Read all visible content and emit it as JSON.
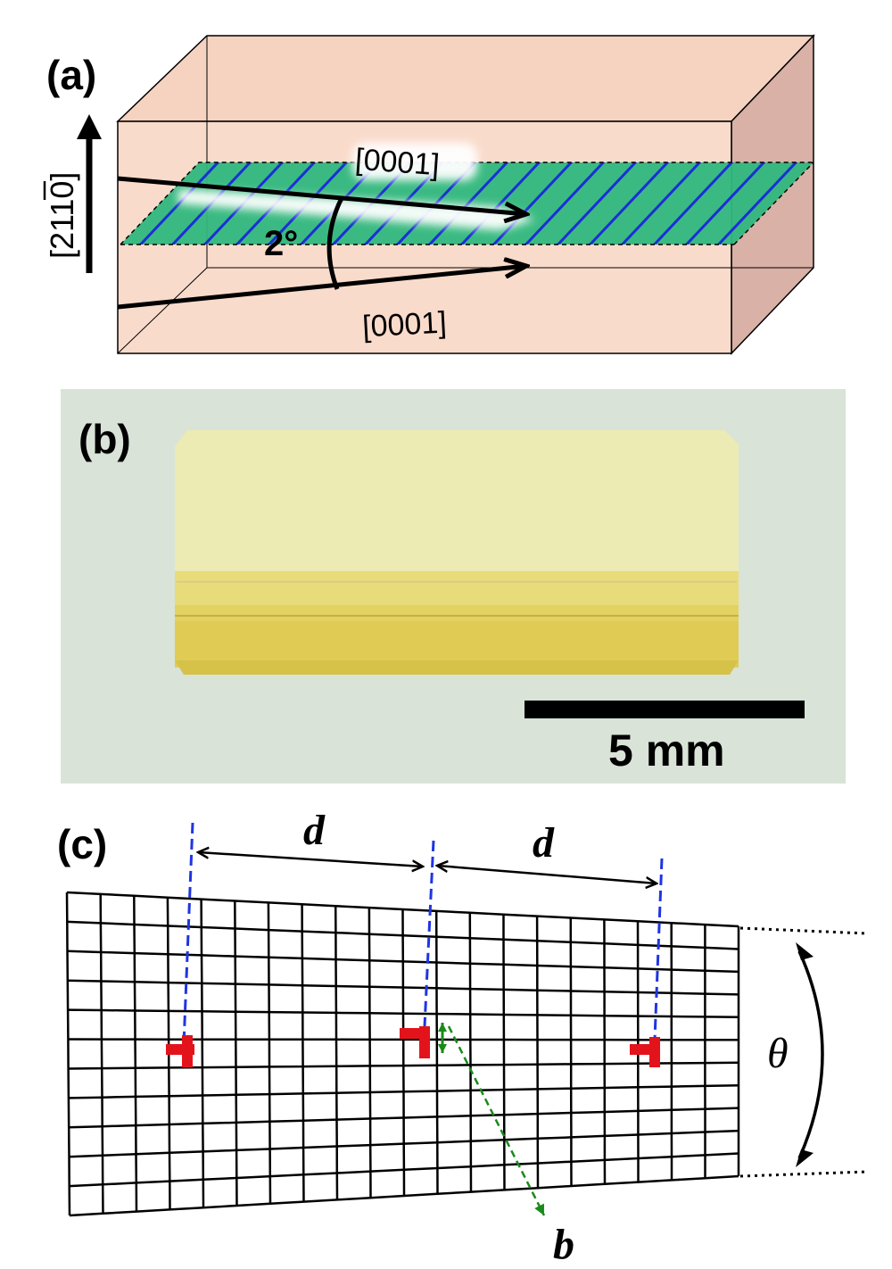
{
  "panel_a": {
    "label": "(a)",
    "vertical_axis": "[2110]",
    "upper_direction": "[0001]",
    "lower_direction": "[0001]",
    "angle": "2°"
  },
  "panel_b": {
    "label": "(b)",
    "scale_bar": "5 mm"
  },
  "panel_c": {
    "label": "(c)",
    "spacing_left": "d",
    "spacing_right": "d",
    "tilt_angle": "θ",
    "burgers_vector": "b"
  },
  "colors": {
    "crystal_face": "#f8d9c8",
    "crystal_side": "#ddb8ac",
    "plane_fill": "#2fb87d",
    "plane_stripes": "#1b2fd6",
    "photo_bg": "#d9e3d8",
    "sample_yellow": "#e2d37a",
    "dislocation": "#e3131b",
    "dashed_line": "#1f35e0",
    "burgers": "#1a8a1a"
  }
}
